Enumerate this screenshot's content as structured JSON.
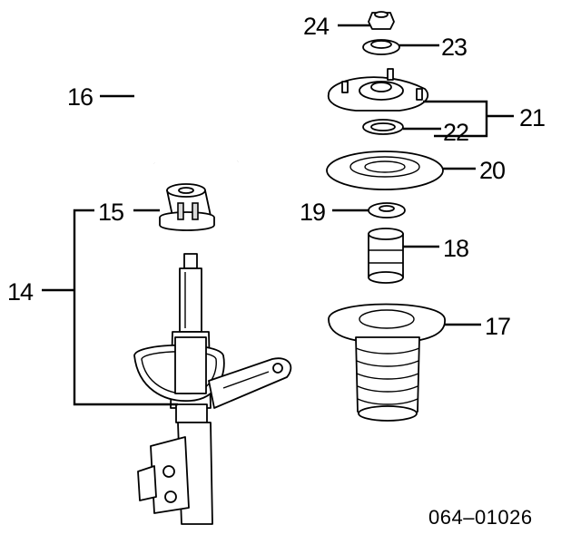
{
  "callouts": {
    "p14": "14",
    "p15": "15",
    "p16": "16",
    "p17": "17",
    "p18": "18",
    "p19": "19",
    "p20": "20",
    "p21": "21",
    "p22": "22",
    "p23": "23",
    "p24": "24"
  },
  "reference_code": "064–01026"
}
